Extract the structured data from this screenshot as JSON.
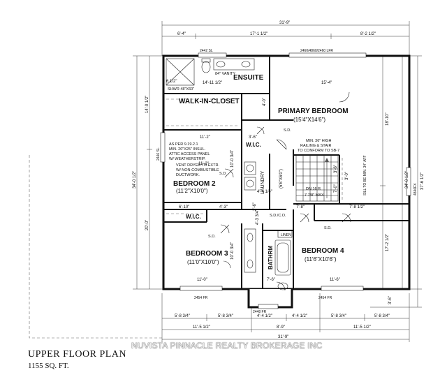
{
  "rooms": {
    "ensuite": "ENSUITE",
    "walk_in_closet": "WALK-IN-CLOSET",
    "primary_bedroom": "PRIMARY BEDROOM",
    "primary_bedroom_size": "(15'4\"X14'6\")",
    "bedroom2": "BEDROOM 2",
    "bedroom2_size": "(11'2\"X10'0\")",
    "bedroom3": "BEDROOM 3",
    "bedroom3_size": "(11'0\"X10'0\")",
    "bedroom4": "BEDROOM 4",
    "bedroom4_size": "(11'6\"X10'6\")",
    "wic_small": "W.I.C.",
    "wic_lower": "W.I.C.",
    "laundry": "LAUNDRY",
    "laundry_size": "(5'6\"X6'0\")",
    "bathroom": "BATHRM",
    "linen": "LINEN"
  },
  "notes": {
    "attic": [
      "AS PER 9.19.2.1",
      "MIN. 20\"X25\" INSUL.",
      "ATTIC ACCESS PANEL",
      "W/ WEATHERSTRIP."
    ],
    "dryer": [
      "VENT DRYER TO EXTR.",
      "W/ NON-COMBUSTIBLE",
      "DUCTWORK."
    ],
    "railing": [
      "MIN. 36\" HIGH",
      "RAILING & STAIR",
      "TO CONFORM TO SB-7"
    ],
    "stair_riser": [
      "DN 16 R",
      "7 7/8\" MAX"
    ],
    "sill": "SILL TO BE MIN. 34\" AFF",
    "vanity": "84\" VANITY",
    "shower": "SHWR 48\"X60\""
  },
  "labels": {
    "sd": "S.D.",
    "sd_co": "S.D./C.O.",
    "window_2442": "2442 SL",
    "window_top_right": "2460/4860/2460 LFR",
    "window_2446": "2446 SL",
    "window_4846": "4846FX",
    "window_2454_left": "2454 FR",
    "window_2454_right": "2454 FR",
    "window_2448": "2448 FR"
  },
  "dimensions": {
    "overall_top": "31'-9\"",
    "top_segments": [
      "6'-4\"",
      "17'-1 1/2\"",
      "8'-2 1/2\""
    ],
    "ensuite_width": "14'-11 1/2\"",
    "primary_width": "15'-4\"",
    "closet_width": "11'-2\"",
    "bed2_width": "11'-2\"",
    "wic_width": "6'-10\"",
    "bed3_width": "11'-0\"",
    "bed4_width": "11'-6\"",
    "bath_width": "7'-6\"",
    "hall_width": "7'-8\"",
    "laundry_width": "4'-4 1/4\"",
    "right_wic_width": "7'-8 1/2\"",
    "left_overall": "34'-0 1/2\"",
    "left_upper": "14'-0 1/2\"",
    "left_lower": "20'-0\"",
    "right_overall": "37'-6 1/2\"",
    "right_inner": "34'-0 1/2\"",
    "right_upper": "18'-10\"",
    "right_lower": "17'-2 1/2\"",
    "right_bottom": "3'-6\"",
    "wall_thickness": "6 1/2\"",
    "bed2_depth": "10'-0 3/4\"",
    "bed3_depth": "10'-0 3/4\"",
    "stair_dim": "3'-6\"",
    "stair_dim2": "7'-0\"",
    "stair_dim3": "3'-0\"",
    "hall_dim": "4'-3 3/4\"",
    "wic_depth": "4'-0\"",
    "small_dim_a": "3'-6\"",
    "small_dim_b": "4'-3\"",
    "small_dim_c": "2'-6\"",
    "bottom_row1": [
      "5'-8 3/4\"",
      "5'-8 3/4\"",
      "4'-4 1/2\"",
      "4'-4 1/2\"",
      "5'-8 3/4\"",
      "5'-8 3/4\""
    ],
    "bottom_row2": [
      "11'-5 1/2\"",
      "8'-9\"",
      "11'-5 1/2\""
    ],
    "bottom_overall": "31'-9\""
  },
  "title": "UPPER FLOOR PLAN",
  "area": "1155 SQ. FT.",
  "watermark": "NUVISTA PINNACLE REALTY BROKERAGE INC"
}
